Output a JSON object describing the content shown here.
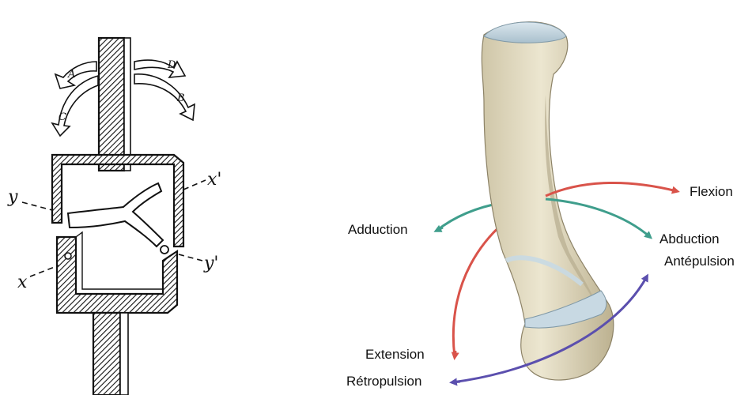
{
  "left_figure": {
    "arrow_labels": [
      "A",
      "B",
      "C",
      "D"
    ],
    "axis_labels": {
      "y_left": "y",
      "x_prime": "x'",
      "x_left": "x",
      "y_prime": "y'"
    }
  },
  "right_figure": {
    "movements": {
      "flexion": "Flexion",
      "adduction": "Adduction",
      "abduction": "Abduction",
      "antepulsion": "Antépulsion",
      "extension": "Extension",
      "retropulsion": "Rétropulsion"
    },
    "arrow_colors": {
      "flexion_extension": "#d9534a",
      "abduction_adduction": "#3f9e8c",
      "antepulsion_retropulsion": "#5b4fae"
    },
    "bone_colors": {
      "bone": "#e3dcc3",
      "bone_shadow": "#b7ad8e",
      "cartilage": "#c8d9e3"
    }
  }
}
